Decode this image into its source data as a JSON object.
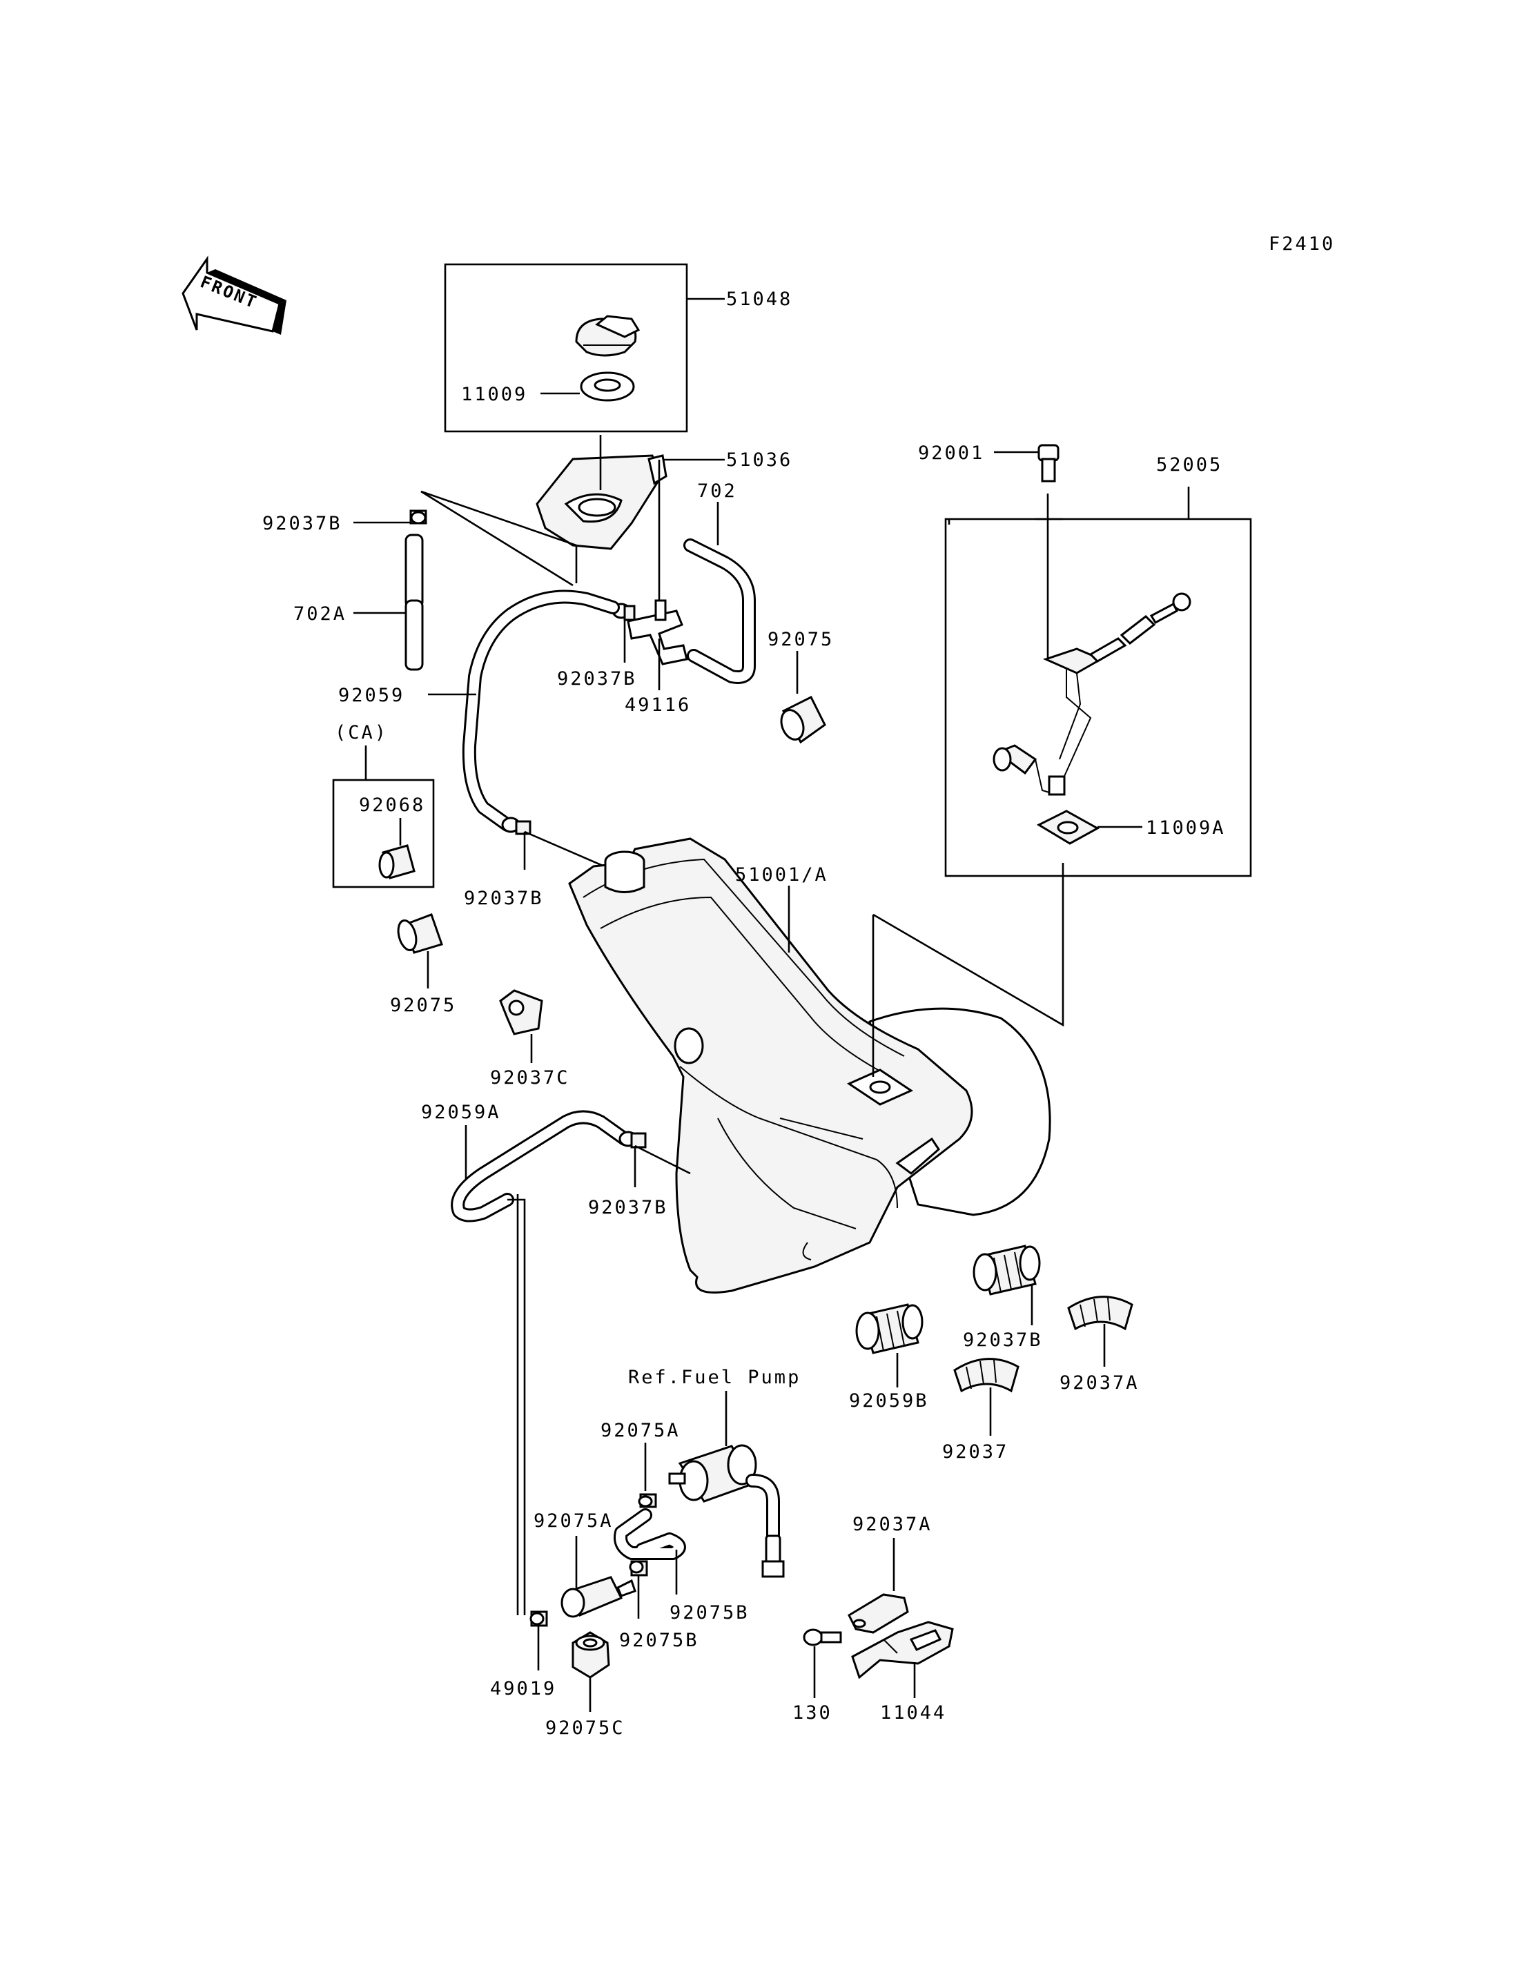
{
  "figure_code": "F2410",
  "front_arrow_label": "FRONT",
  "ref_note": "Ref.Fuel Pump",
  "labels": [
    {
      "id": "51048",
      "text": "51048"
    },
    {
      "id": "11009",
      "text": "11009"
    },
    {
      "id": "51036",
      "text": "51036"
    },
    {
      "id": "702",
      "text": "702"
    },
    {
      "id": "92001",
      "text": "92001"
    },
    {
      "id": "52005",
      "text": "52005"
    },
    {
      "id": "92037B_a",
      "text": "92037B"
    },
    {
      "id": "702A",
      "text": "702A"
    },
    {
      "id": "92037B_b",
      "text": "92037B"
    },
    {
      "id": "49116",
      "text": "49116"
    },
    {
      "id": "92075_a",
      "text": "92075"
    },
    {
      "id": "92059",
      "text": "92059"
    },
    {
      "id": "CA",
      "text": "(CA)"
    },
    {
      "id": "92068",
      "text": "92068"
    },
    {
      "id": "92037B_c",
      "text": "92037B"
    },
    {
      "id": "51001A",
      "text": "51001/A"
    },
    {
      "id": "11009A",
      "text": "11009A"
    },
    {
      "id": "92075_b",
      "text": "92075"
    },
    {
      "id": "92037C",
      "text": "92037C"
    },
    {
      "id": "92059A",
      "text": "92059A"
    },
    {
      "id": "92037B_d",
      "text": "92037B"
    },
    {
      "id": "92075A_a",
      "text": "92075A"
    },
    {
      "id": "92075A_b",
      "text": "92075A"
    },
    {
      "id": "92075B_a",
      "text": "92075B"
    },
    {
      "id": "92075B_b",
      "text": "92075B"
    },
    {
      "id": "92037B_e",
      "text": "92037B"
    },
    {
      "id": "49019",
      "text": "49019"
    },
    {
      "id": "92059B",
      "text": "92059B"
    },
    {
      "id": "92037A_a",
      "text": "92037A"
    },
    {
      "id": "92037",
      "text": "92037"
    },
    {
      "id": "92037A_b",
      "text": "92037A"
    },
    {
      "id": "130",
      "text": "130"
    },
    {
      "id": "11044",
      "text": "11044"
    },
    {
      "id": "92075C",
      "text": "92075C"
    }
  ]
}
